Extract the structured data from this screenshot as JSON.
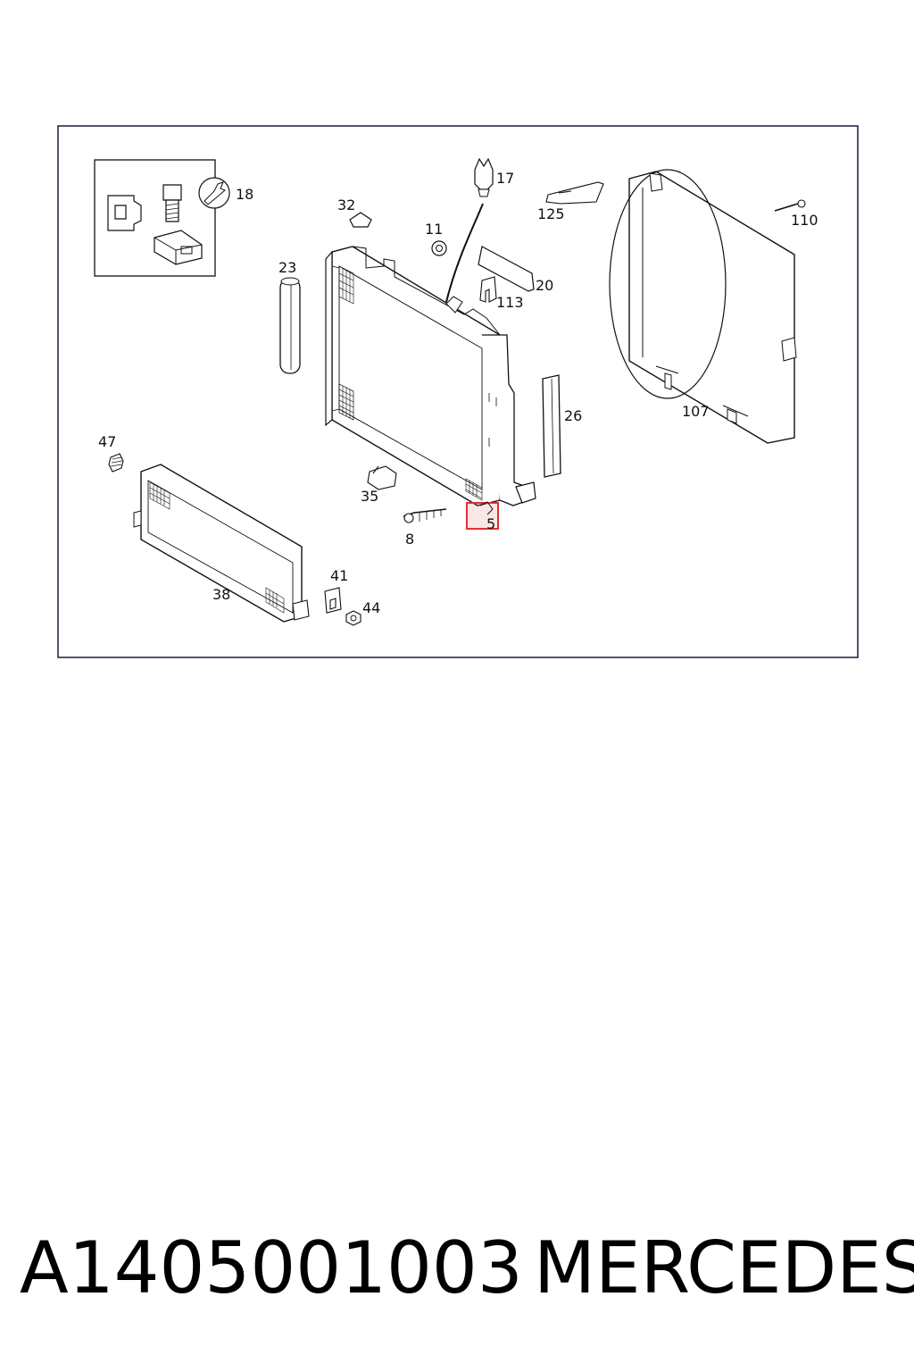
{
  "diagram": {
    "callouts": [
      {
        "id": "18",
        "label": "18"
      },
      {
        "id": "17",
        "label": "17"
      },
      {
        "id": "32",
        "label": "32"
      },
      {
        "id": "125",
        "label": "125"
      },
      {
        "id": "110",
        "label": "110"
      },
      {
        "id": "11",
        "label": "11"
      },
      {
        "id": "23",
        "label": "23"
      },
      {
        "id": "20",
        "label": "20"
      },
      {
        "id": "113",
        "label": "113"
      },
      {
        "id": "26",
        "label": "26"
      },
      {
        "id": "107",
        "label": "107"
      },
      {
        "id": "47",
        "label": "47"
      },
      {
        "id": "35",
        "label": "35"
      },
      {
        "id": "5",
        "label": "5"
      },
      {
        "id": "8",
        "label": "8"
      },
      {
        "id": "41",
        "label": "41"
      },
      {
        "id": "44",
        "label": "44"
      },
      {
        "id": "38",
        "label": "38"
      }
    ],
    "highlight_color": "#e03030",
    "highlighted_callout": "5"
  },
  "footer": {
    "part_number": "A1405001003",
    "brand": "MERCEDES"
  }
}
